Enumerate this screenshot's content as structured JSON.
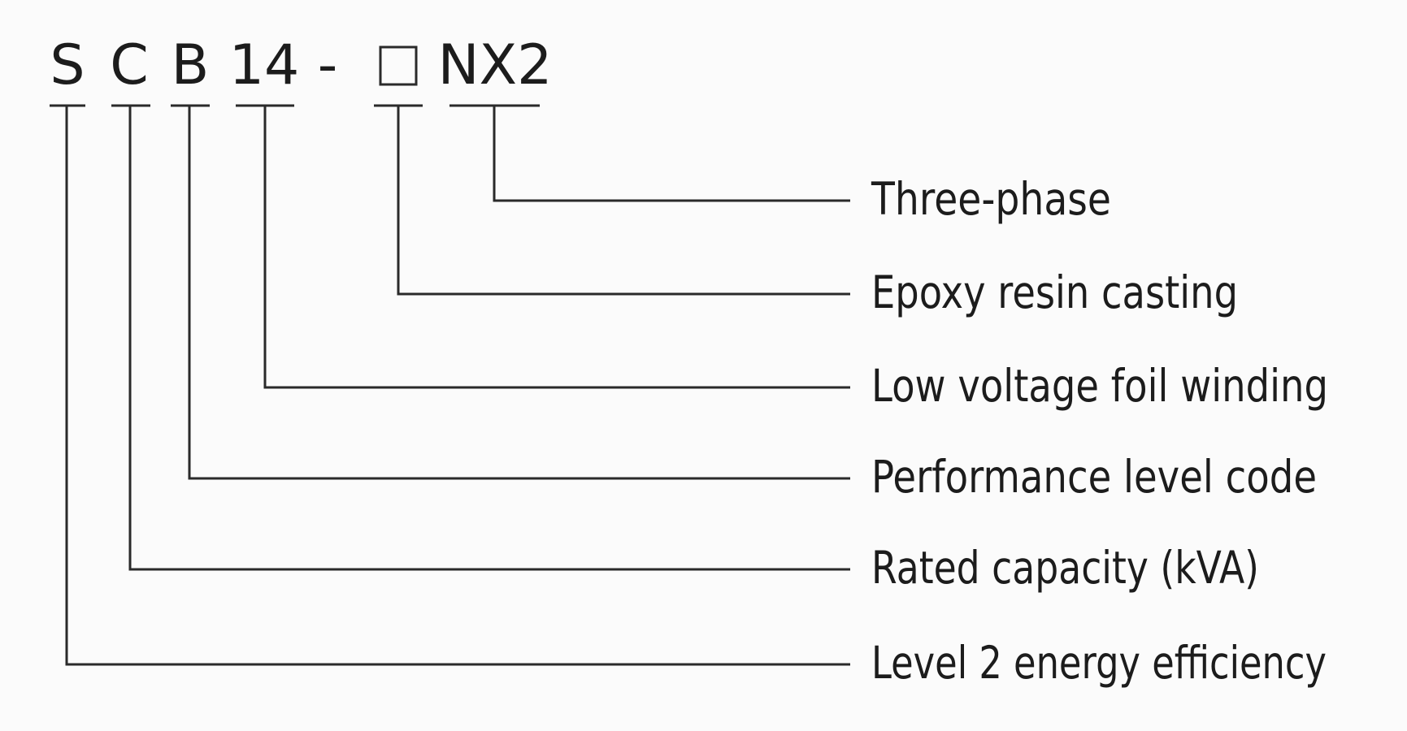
{
  "model_code": {
    "segments": [
      {
        "key": "s",
        "text": "S"
      },
      {
        "key": "c",
        "text": "C"
      },
      {
        "key": "b",
        "text": "B"
      },
      {
        "key": "n14",
        "text": "14"
      },
      {
        "key": "dash",
        "text": "-"
      },
      {
        "key": "box",
        "text": ""
      },
      {
        "key": "nx2",
        "text": "NX2"
      }
    ]
  },
  "descriptions": [
    {
      "target": "nx2",
      "text": "Three-phase"
    },
    {
      "target": "box",
      "text": "Epoxy resin casting"
    },
    {
      "target": "n14",
      "text": "Low voltage foil winding"
    },
    {
      "target": "b",
      "text": "Performance level code"
    },
    {
      "target": "c",
      "text": "Rated capacity (kVA)"
    },
    {
      "target": "s",
      "text": "Level 2 energy efficiency"
    }
  ]
}
